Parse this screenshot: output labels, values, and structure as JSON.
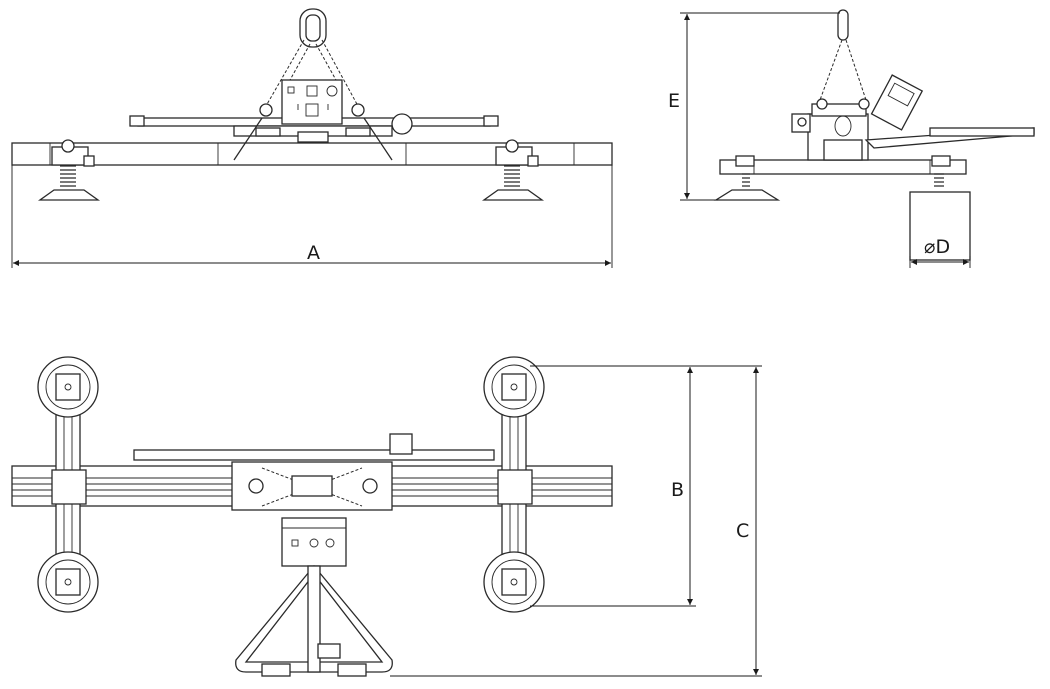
{
  "dimensions": {
    "a": "A",
    "b": "B",
    "c": "C",
    "d": "⌀D",
    "e": "E"
  },
  "views": {
    "front": "front-elevation",
    "side": "side-elevation",
    "top": "plan-view"
  }
}
